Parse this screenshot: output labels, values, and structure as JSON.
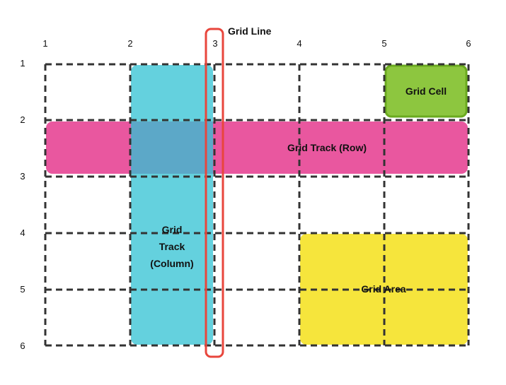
{
  "labels": {
    "grid_line": "Grid Line",
    "grid_cell": "Grid Cell",
    "grid_track_row": "Grid Track (Row)",
    "grid_track_column_1": "Grid",
    "grid_track_column_2": "Track",
    "grid_track_column_3": "(Column)",
    "grid_area": "Grid Area"
  },
  "column_numbers": [
    "1",
    "2",
    "3",
    "4",
    "5",
    "6"
  ],
  "row_numbers": [
    "1",
    "2",
    "3",
    "4",
    "5",
    "6"
  ],
  "colors": {
    "grid_line_dash": "#333333",
    "highlight_outline": "#e8463c",
    "grid_cell_fill": "#8dc63f",
    "grid_cell_border": "#6aaa1e",
    "row_track_fill": "#e9579f",
    "column_track_fill": "#5ccfdc",
    "overlap_fill": "#5ca8c8",
    "grid_area_fill": "#f6e53c"
  }
}
